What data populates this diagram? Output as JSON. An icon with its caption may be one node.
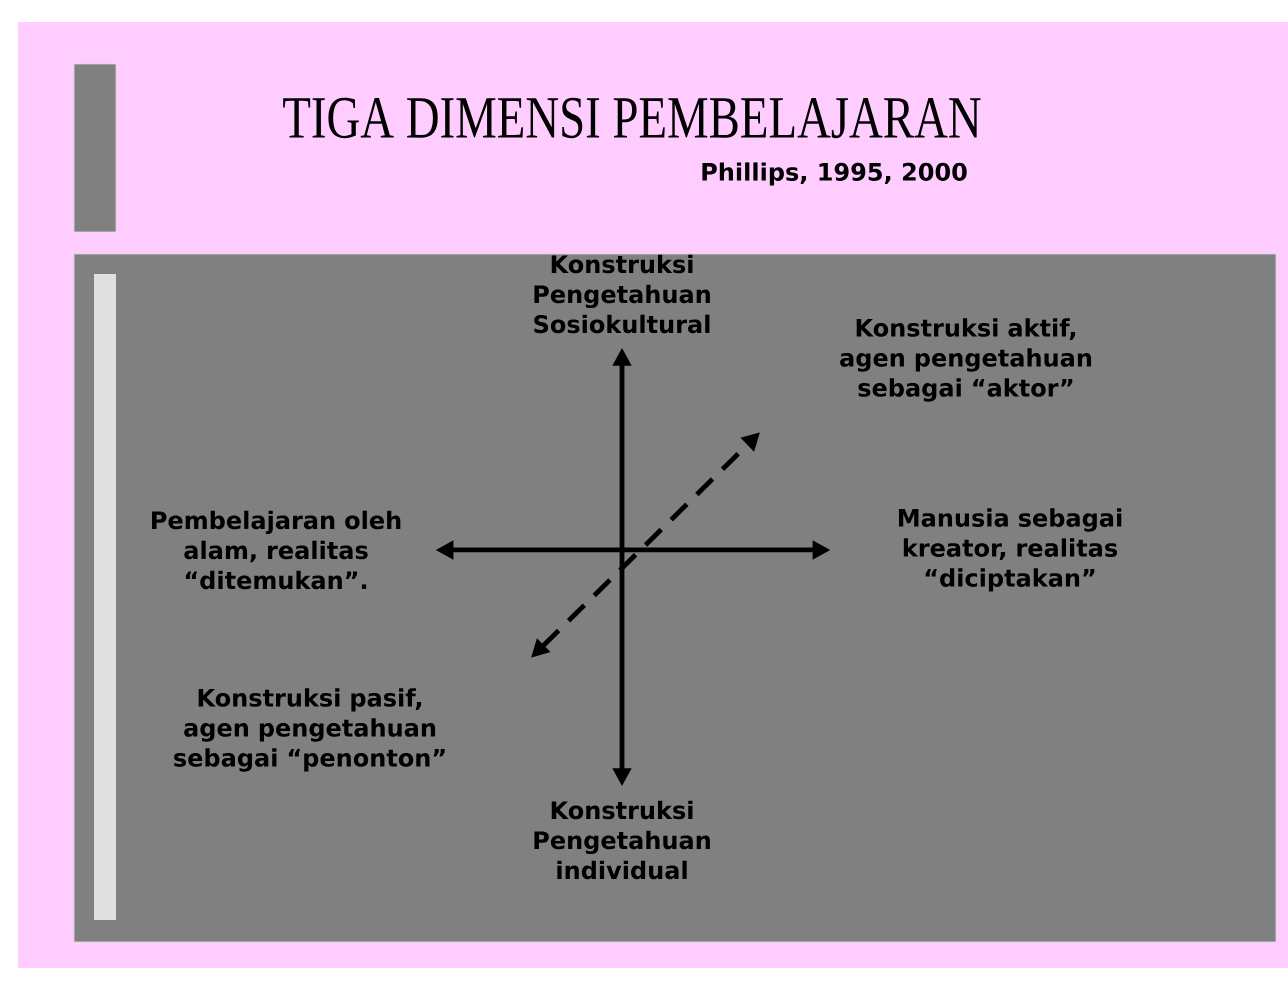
{
  "diagram": {
    "title": "TIGA  DIMENSI PEMBELAJARAN",
    "nodes": [
      {
        "text": [
          "Konstruksi Pengetahuan Sosiokultural"
        ]
      },
      {
        "text": [
          "Konstruksi aktif, agen pengetahuan sebagai “aktor”"
        ]
      },
      {
        "text": [
          "Pembelajaran oleh alam, realitas “ditemukan”."
        ]
      },
      {
        "text": [
          "Manusia sebagai kreator, realitas “diciptakan”"
        ]
      },
      {
        "text": [
          "Konstruksi pasif, agen pengetahuan sebagai “penonton”"
        ]
      },
      {
        "text": [
          "Konstruksi Pengetahuan individual"
        ]
      }
    ],
    "edges": [
      {
        "from": 5,
        "to": 0,
        "arrow": "both"
      },
      {
        "from": 2,
        "to": 3,
        "arrow": "both"
      },
      {
        "from": 4,
        "to": 1,
        "arrow": "both",
        "style": "dashed"
      }
    ],
    "labels": [
      "Phillips, 1995, 2000"
    ]
  }
}
